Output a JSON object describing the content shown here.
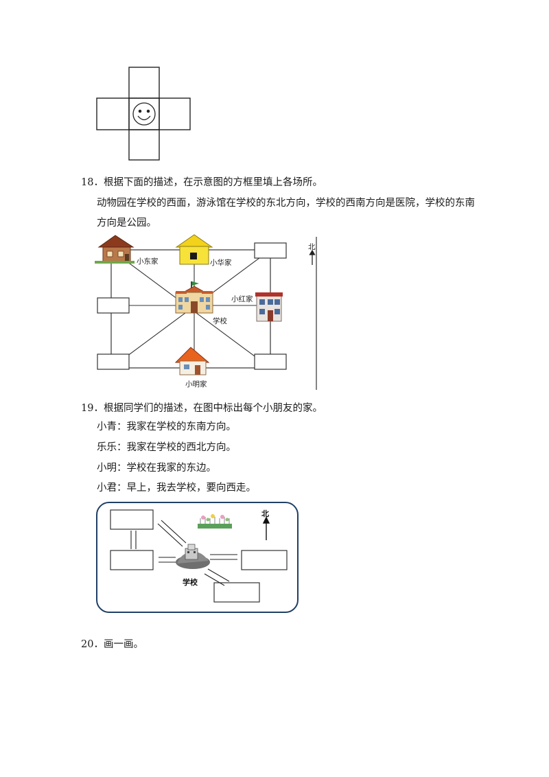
{
  "q18": {
    "title": "18．根据下面的描述，在示意图的方框里填上各场所。",
    "body_line1": "动物园在学校的西面，游泳馆在学校的东北方向，学校的西南方向是医院，学校的东南",
    "body_line2": "方向是公园。",
    "labels": {
      "xiaodong": "小东家",
      "xiaohua": "小华家",
      "xiaohong": "小红家",
      "school": "学校",
      "xiaoming": "小明家",
      "north": "北"
    }
  },
  "q19": {
    "title": "19．根据同学们的描述，在图中标出每个小朋友的家。",
    "lines": [
      "小青：我家在学校的东南方向。",
      "乐乐：我家在学校的西北方向。",
      "小明：学校在我家的东边。",
      "小君：早上，我去学校，要向西走。"
    ],
    "labels": {
      "school": "学校",
      "north": "北"
    }
  },
  "q20": {
    "title": "20．画一画。"
  }
}
